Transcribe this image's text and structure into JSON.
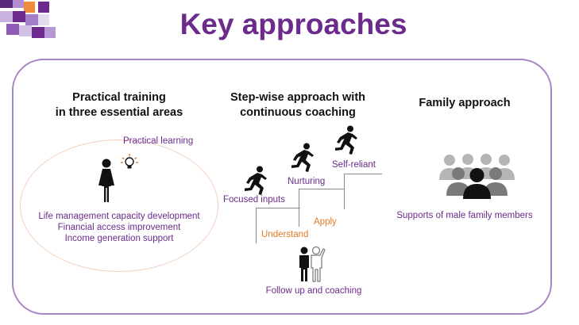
{
  "slide": {
    "title": "Key approaches"
  },
  "columns": {
    "training": {
      "heading_line1": "Practical training",
      "heading_line2": "in three essential areas",
      "practical_learning": "Practical learning",
      "areas": [
        "Life management capacity development",
        "Financial access improvement",
        "Income generation support"
      ]
    },
    "stepwise": {
      "heading_line1": "Step-wise approach with",
      "heading_line2": "continuous coaching",
      "steps": {
        "focused_inputs": "Focused inputs",
        "nurturing": "Nurturing",
        "self_reliant": "Self-reliant"
      },
      "stages": {
        "understand": "Understand",
        "apply": "Apply"
      },
      "follow_up": "Follow up and coaching"
    },
    "family": {
      "heading": "Family approach",
      "caption": "Supports of male family members"
    }
  },
  "colors": {
    "title": "#6c2a8c",
    "frame": "#a784c6",
    "stage_text": "#e07a27",
    "step_text": "#6c2a8c",
    "oval": "#f3d0bf"
  },
  "icons": {
    "logo": "purple-cube-logo",
    "woman": "woman-icon",
    "lightbulb": "lightbulb-icon",
    "runner": "running-person-icon",
    "coach": "coaching-people-icon",
    "group": "group-of-people-icon"
  }
}
